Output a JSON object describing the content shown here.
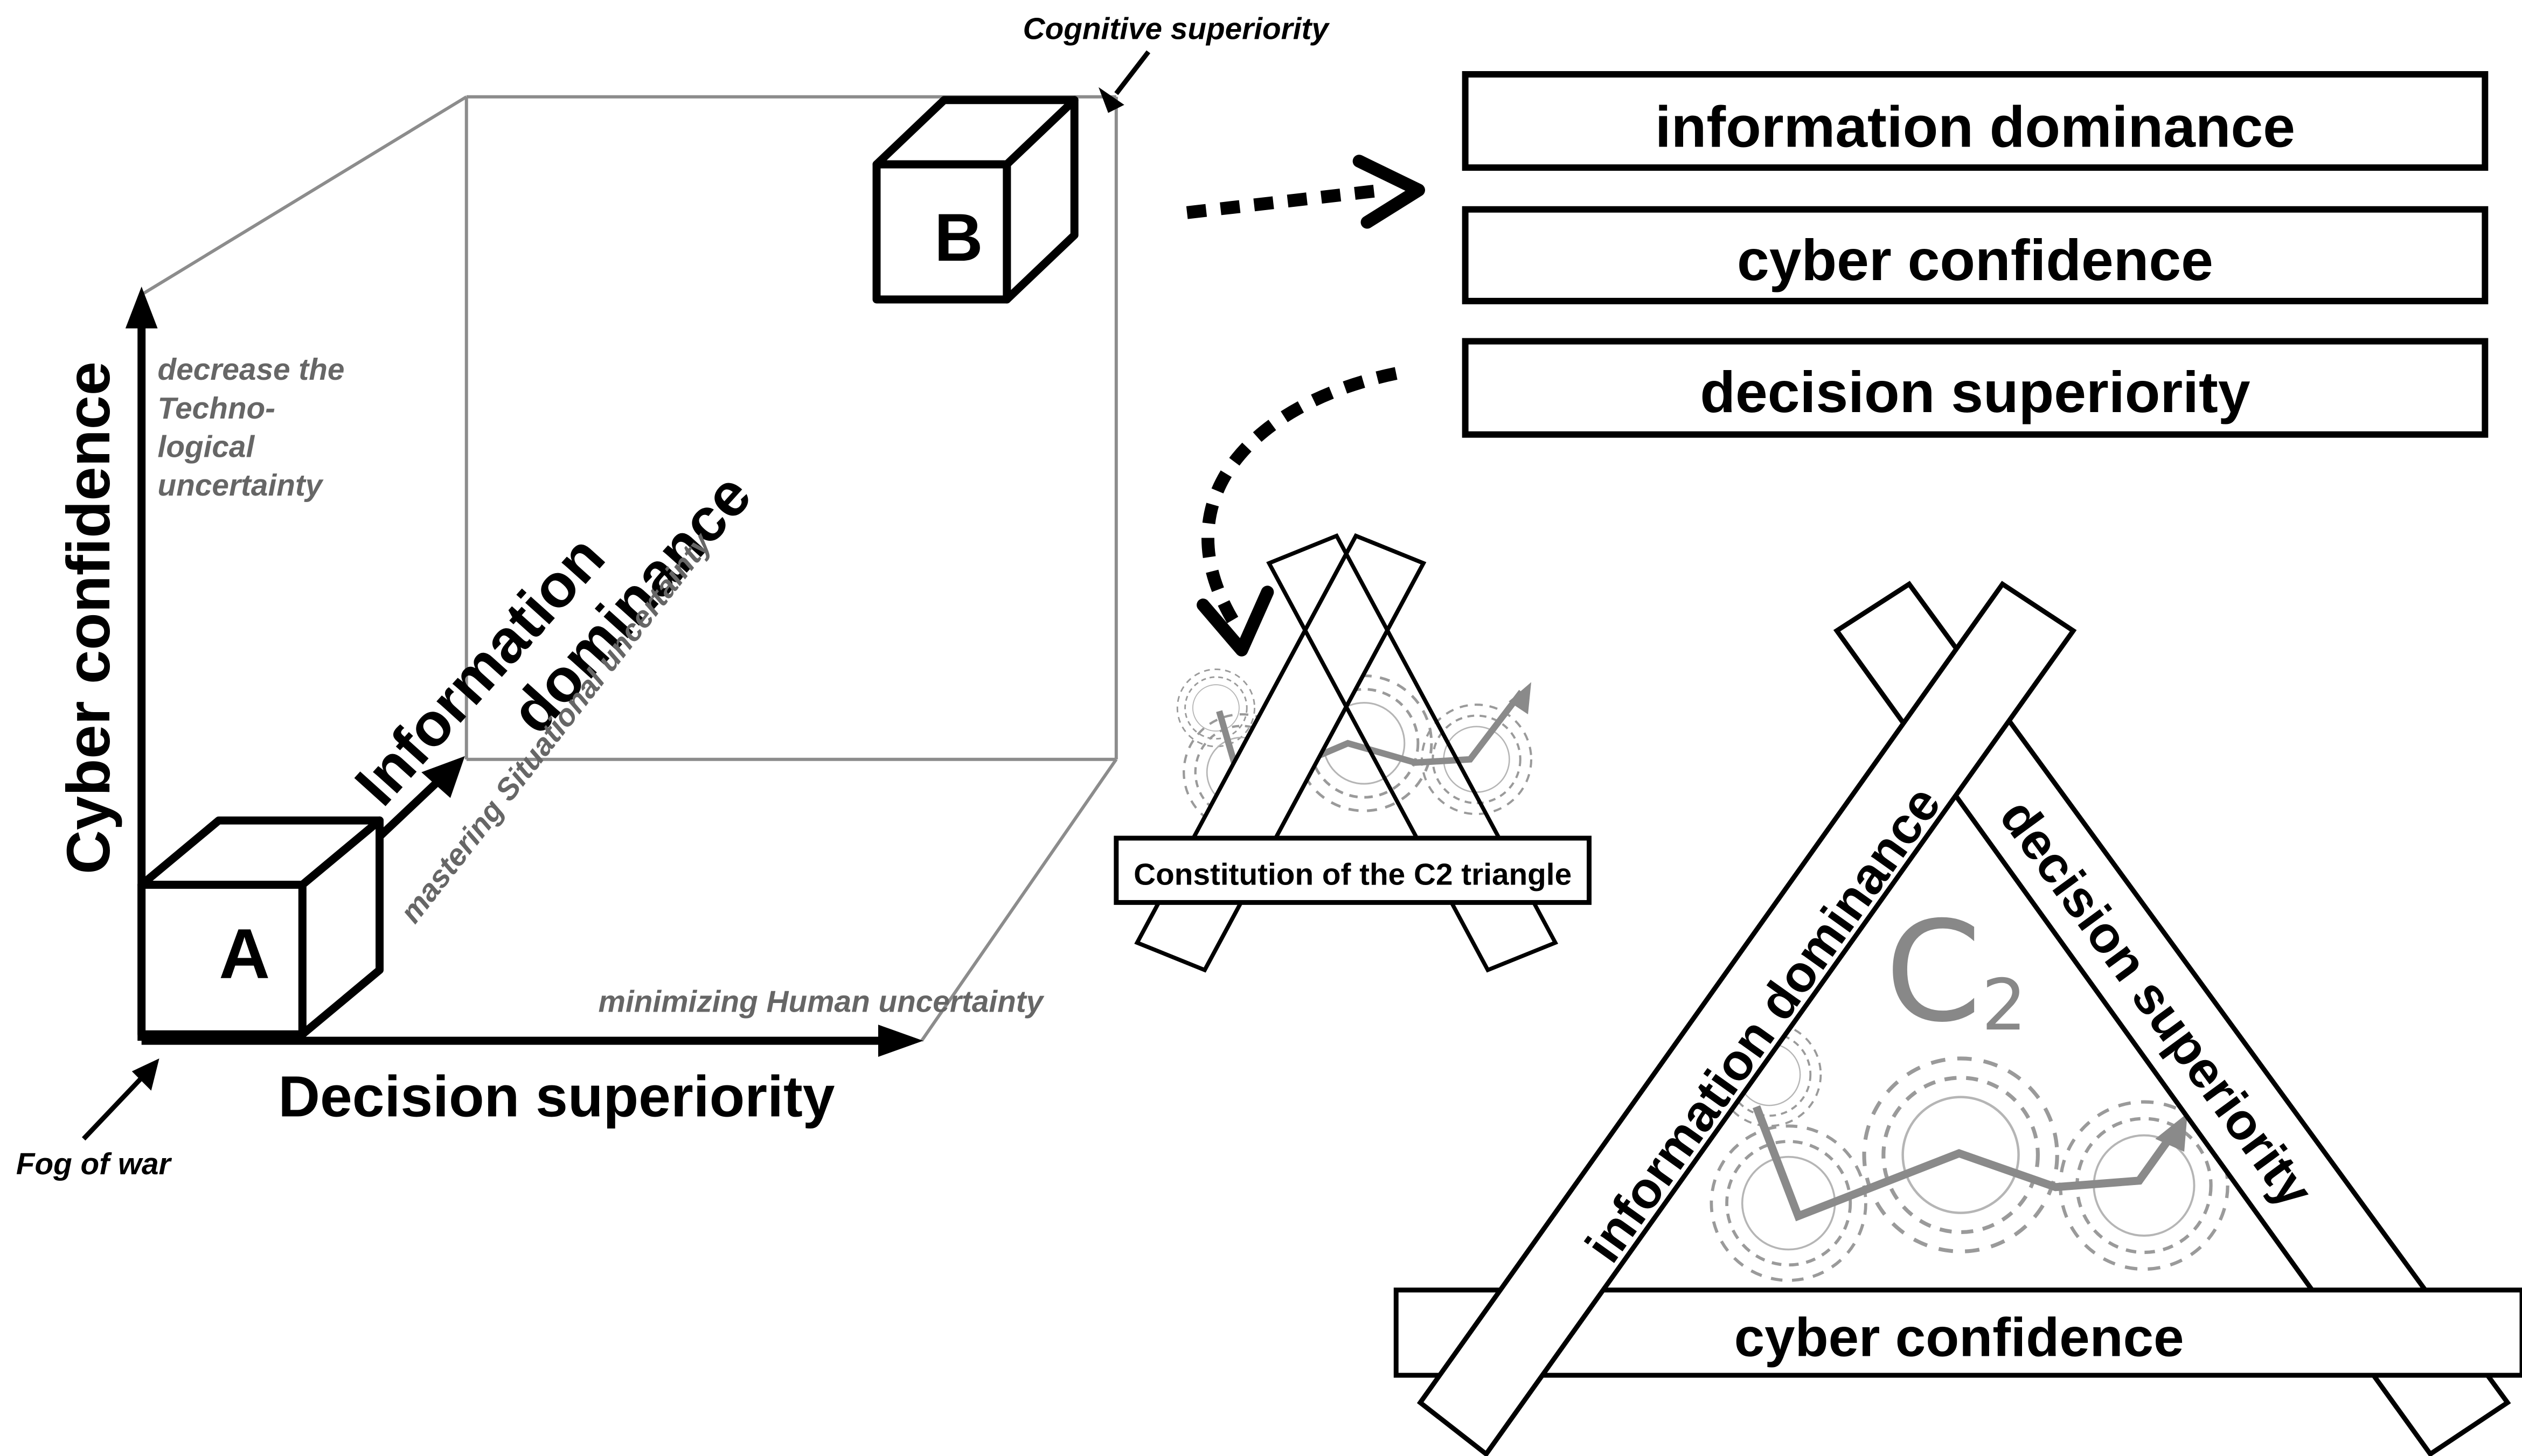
{
  "cube": {
    "point_a": "A",
    "point_b": "B",
    "axis_vertical": "Cyber confidence",
    "axis_horizontal": "Decision superiority",
    "axis_depth_line1": "Information",
    "axis_depth_line2": "dominance",
    "note_vertical": [
      "decrease the",
      "Techno-",
      "logical",
      "uncertainty"
    ],
    "note_depth": "mastering Situational uncertainty",
    "note_horizontal": "minimizing Human uncertainty",
    "corner_origin": "Fog of war",
    "corner_top": "Cognitive superiority"
  },
  "boxes": [
    "information dominance",
    "cyber confidence",
    "decision superiority"
  ],
  "small_triangle": {
    "caption": "Constitution of the C2 triangle"
  },
  "large_triangle": {
    "left_bar": "information dominance",
    "right_bar": "decision superiority",
    "bottom_bar": "cyber confidence",
    "center_letter": "C",
    "center_subscript": "2"
  },
  "colors": {
    "ink": "#000000",
    "note_grey": "#666666",
    "cube_grey": "#8c8c8c",
    "gear_grey": "#9a9a9a",
    "arrow_grey": "#8a8a8a"
  }
}
